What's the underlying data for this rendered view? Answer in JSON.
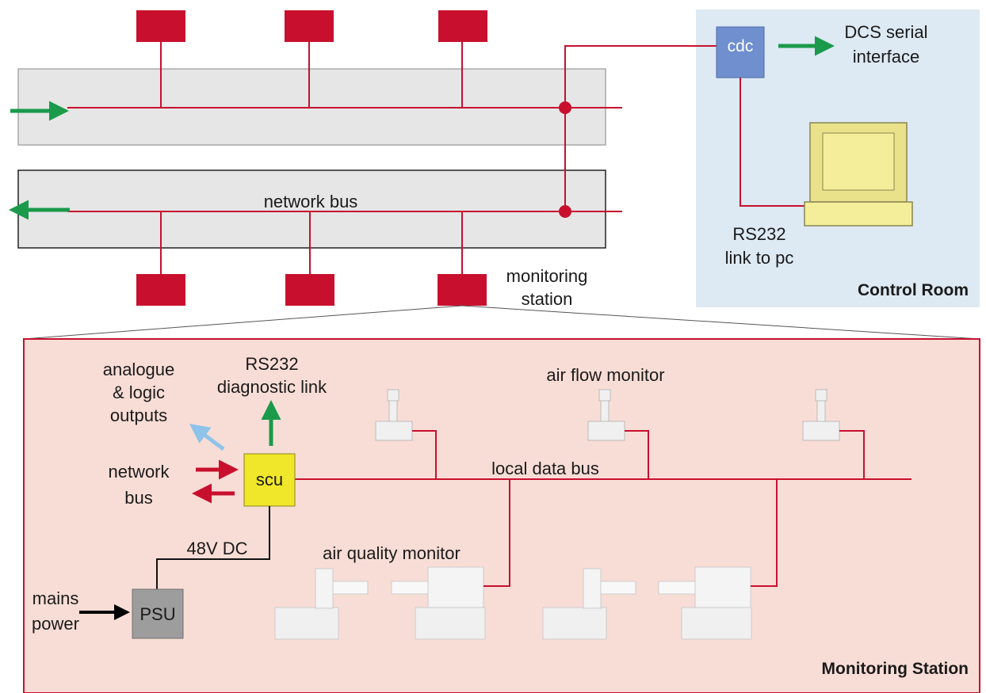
{
  "colors": {
    "bus_red": "#c8102e",
    "node_red": "#c8102e",
    "arrow_green": "#1a9a4a",
    "arrow_blue": "#8ec3ea",
    "control_room_bg": "#dde9f3",
    "station_bg": "#f8ddd6",
    "tunnel_bg": "#e6e6e6",
    "cdc_blue": "#6f8fce",
    "scu_yellow": "#f0e62a",
    "psu_grey": "#9d9d9d",
    "pc_yellow": "#f4ee9a"
  },
  "top": {
    "network_bus_label": "network bus",
    "monitoring_station_label_line1": "monitoring",
    "monitoring_station_label_line2": "station"
  },
  "control_room": {
    "title": "Control Room",
    "cdc_label": "cdc",
    "dcs_label_line1": "DCS serial",
    "dcs_label_line2": "interface",
    "rs232_label_line1": "RS232",
    "rs232_label_line2": "link to pc"
  },
  "station": {
    "title": "Monitoring Station",
    "analogue_line1": "analogue",
    "analogue_line2": "& logic",
    "analogue_line3": "outputs",
    "rs232_line1": "RS232",
    "rs232_line2": "diagnostic link",
    "air_flow_label": "air flow monitor",
    "network_bus_line1": "network",
    "network_bus_line2": "bus",
    "scu_label": "scu",
    "local_bus_label": "local data bus",
    "dc_label": "48V DC",
    "air_quality_label": "air quality monitor",
    "mains_line1": "mains",
    "mains_line2": "power",
    "psu_label": "PSU"
  }
}
